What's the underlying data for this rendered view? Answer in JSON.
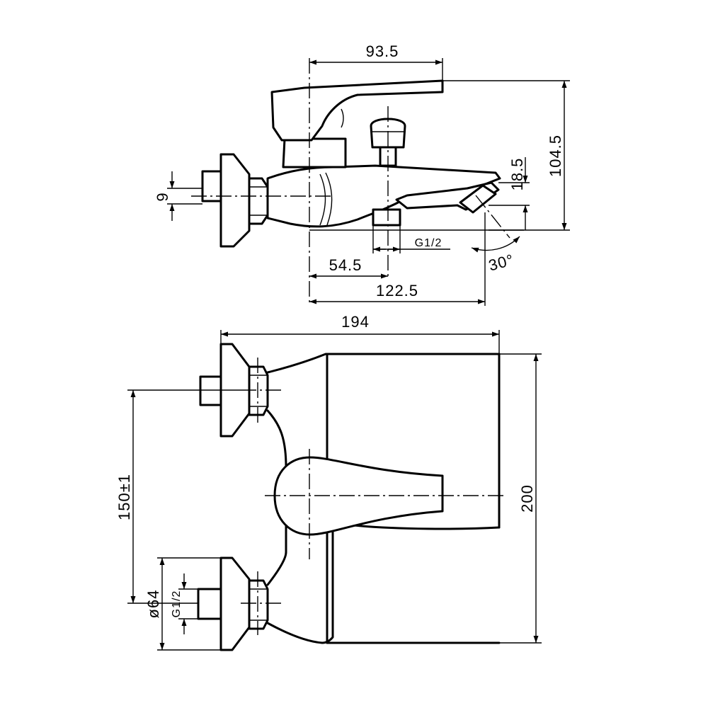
{
  "dimensions": {
    "handle_reach": "93.5",
    "overall_height": "104.5",
    "spout_drop": "18.5",
    "inlet_pipe": "9",
    "diverter_thread": "G1/2",
    "spout_angle": "30°",
    "diverter_offset": "54.5",
    "spout_reach": "122.5",
    "overall_depth": "194",
    "inlet_centers": "150±1",
    "overall_width": "200",
    "flange_diameter": "ø64",
    "inlet_thread": "G1/2"
  }
}
